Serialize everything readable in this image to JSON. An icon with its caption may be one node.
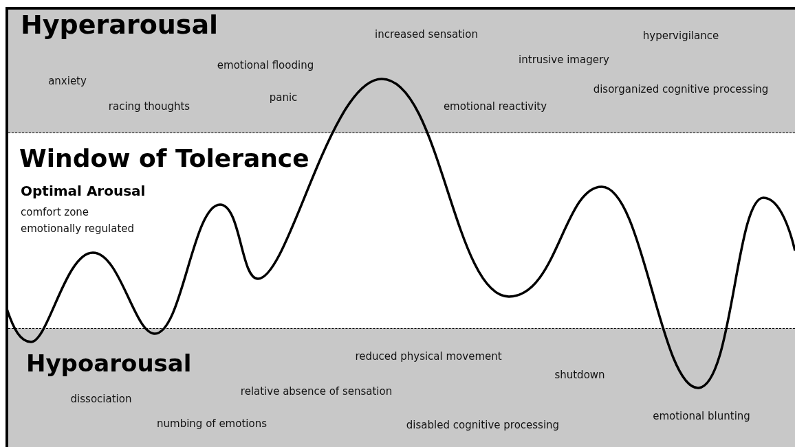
{
  "diagram": {
    "nodes": [
      {
        "text": [
          "Hyperarousal",
          "anxiety",
          "racing thoughts",
          "emotional flooding",
          "panic",
          "increased sensation",
          "emotional reactivity",
          "intrusive imagery",
          "hypervigilance",
          "disorganized cognitive processing"
        ]
      },
      {
        "text": [
          "Window of Tolerance",
          "Optimal Arousal",
          "comfort zone",
          "emotionally regulated"
        ]
      },
      {
        "text": [
          "Hypoarousal",
          "reduced physical movement",
          "shutdown",
          "dissociation",
          "relative absence of sensation",
          "numbing of emotions",
          "disabled cognitive processing",
          "emotional blunting"
        ]
      }
    ],
    "edges": []
  }
}
